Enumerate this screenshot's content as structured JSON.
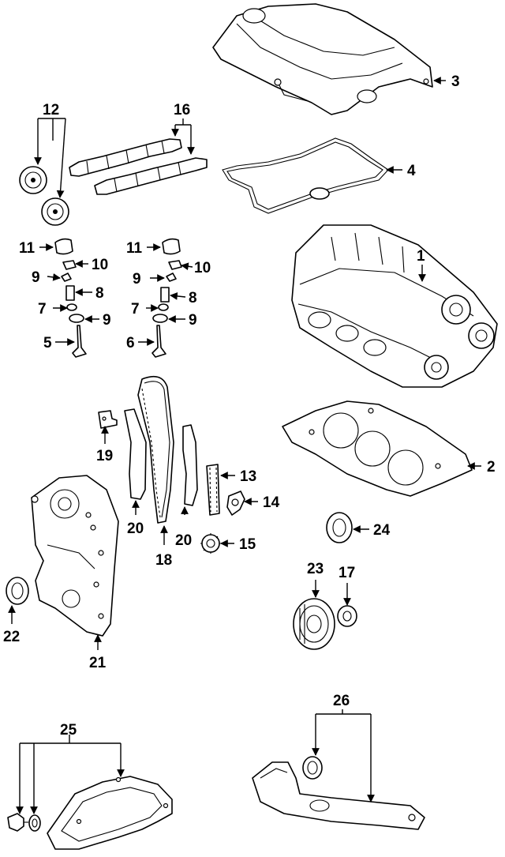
{
  "callouts": {
    "c1": "1",
    "c2": "2",
    "c3": "3",
    "c4": "4",
    "c5": "5",
    "c6": "6",
    "c7a": "7",
    "c7b": "7",
    "c8a": "8",
    "c8b": "8",
    "c9a": "9",
    "c9b": "9",
    "c9c": "9",
    "c9d": "9",
    "c10a": "10",
    "c10b": "10",
    "c11a": "11",
    "c11b": "11",
    "c12": "12",
    "c13": "13",
    "c14": "14",
    "c15": "15",
    "c16": "16",
    "c17": "17",
    "c18": "18",
    "c19": "19",
    "c20a": "20",
    "c20b": "20",
    "c21": "21",
    "c22": "22",
    "c23": "23",
    "c24": "24",
    "c25": "25",
    "c26": "26"
  }
}
